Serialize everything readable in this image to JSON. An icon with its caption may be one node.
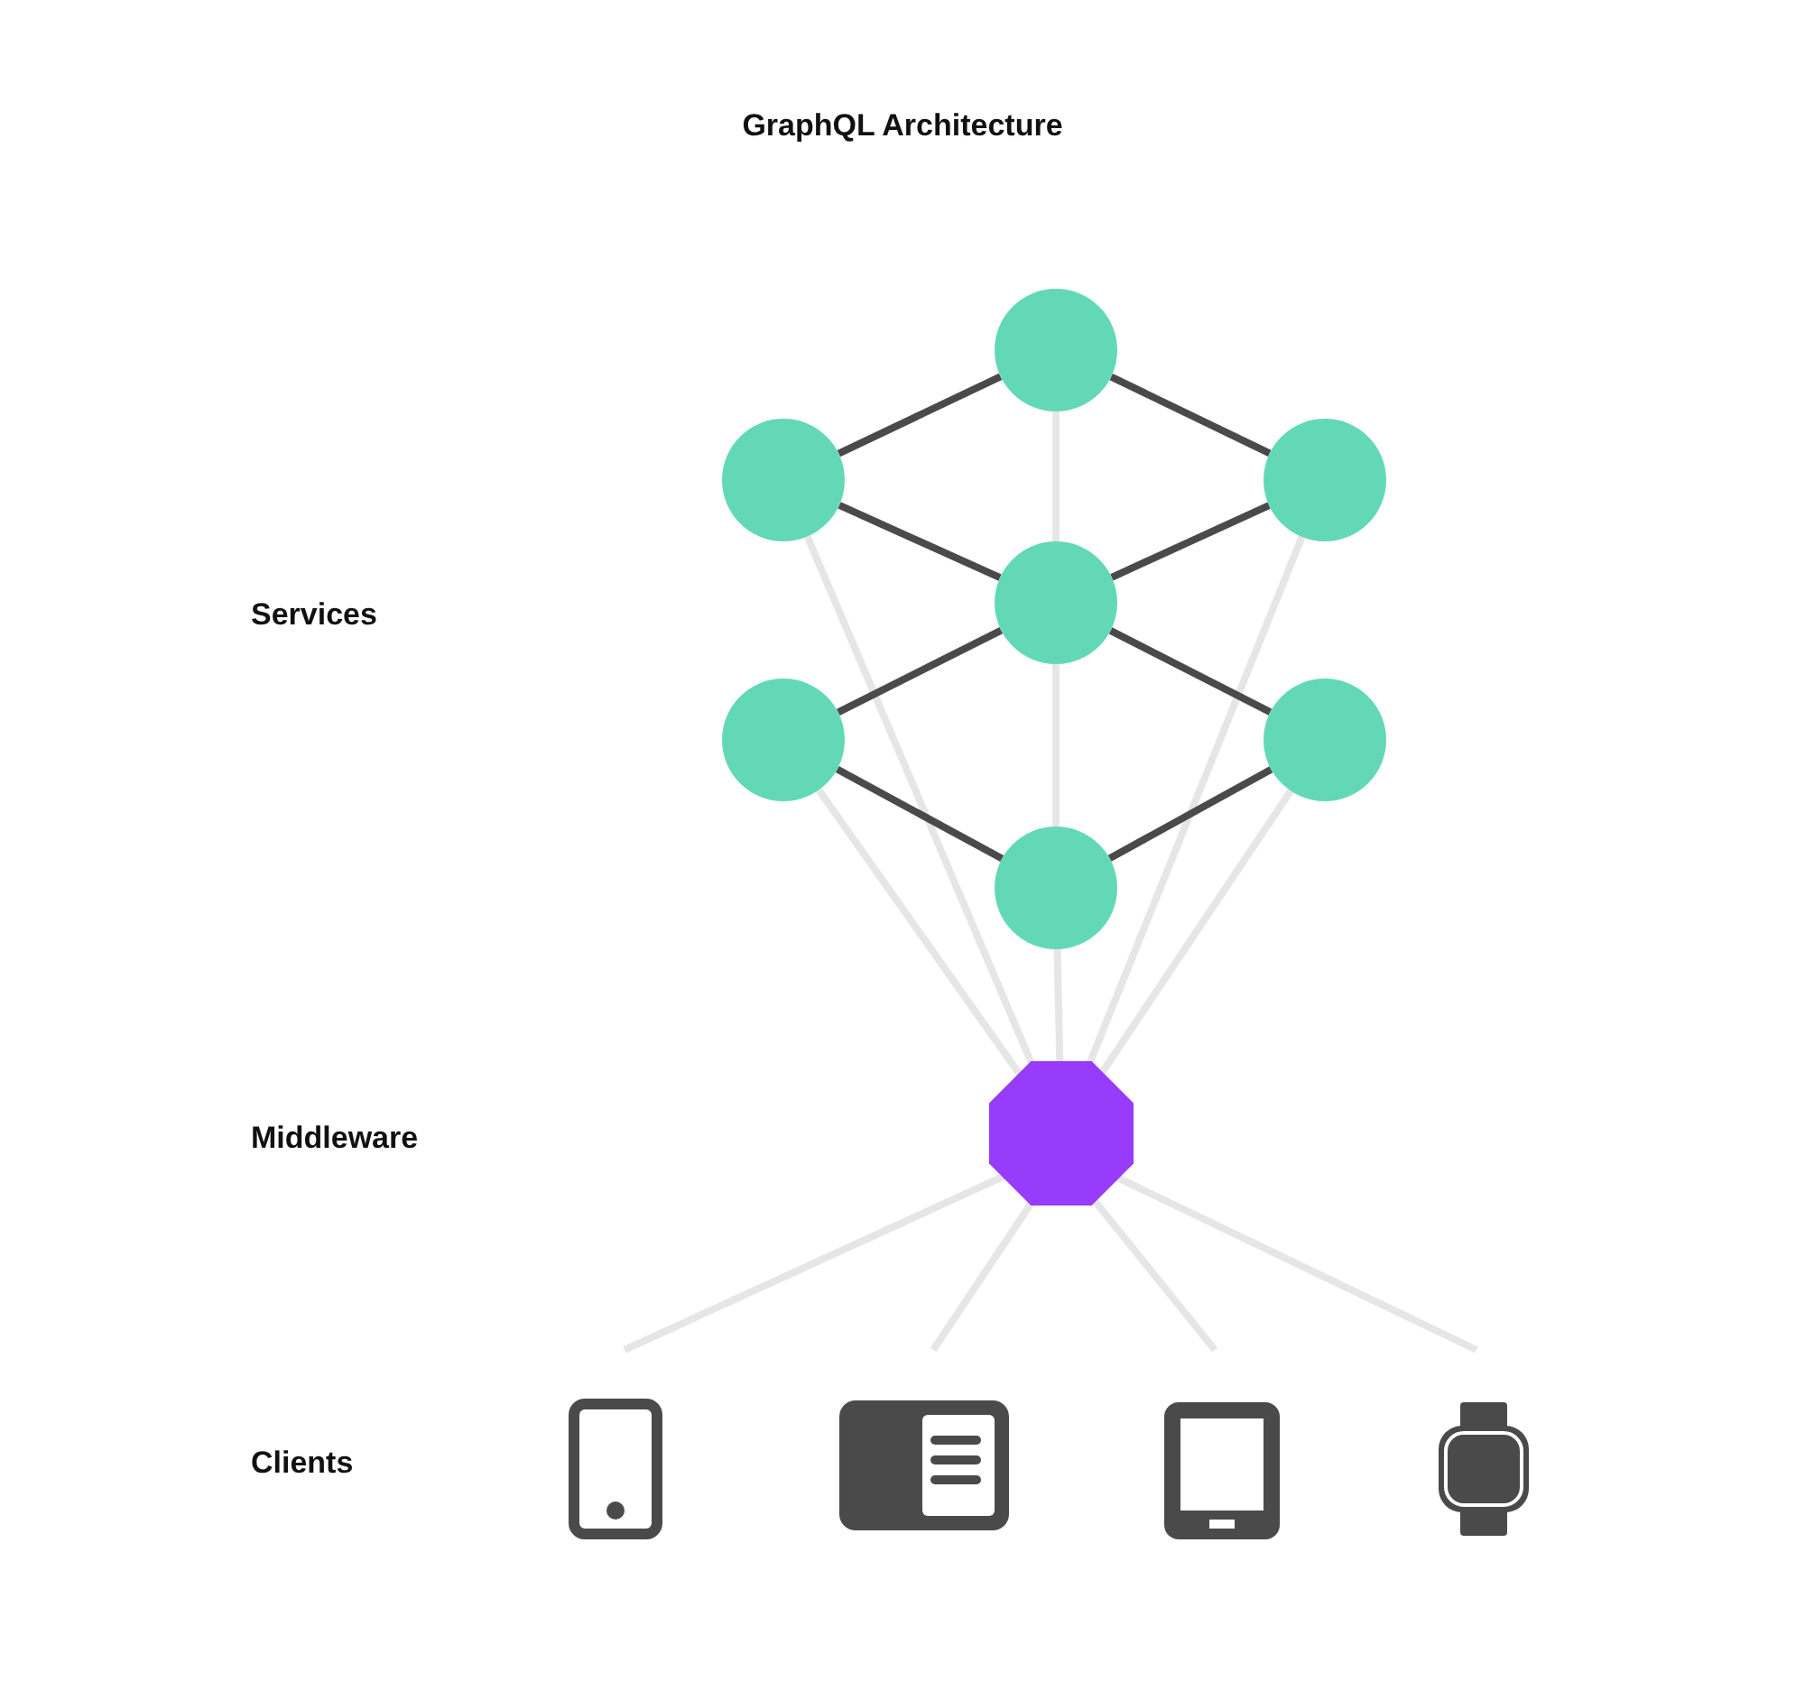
{
  "diagram": {
    "title": "GraphQL Architecture",
    "nodes": [
      {
        "text": [],
        "shape": "circle"
      },
      {
        "text": [],
        "shape": "circle"
      },
      {
        "text": [],
        "shape": "circle"
      },
      {
        "text": [],
        "shape": "circle"
      },
      {
        "text": [],
        "shape": "circle"
      },
      {
        "text": [],
        "shape": "circle"
      },
      {
        "text": [],
        "shape": "circle"
      },
      {
        "text": [],
        "shape": "octagon"
      },
      {
        "text": [],
        "shape": "picture"
      },
      {
        "text": [],
        "shape": "picture"
      },
      {
        "text": [],
        "shape": "picture"
      },
      {
        "text": [],
        "shape": "picture"
      }
    ],
    "edges": [
      {
        "from": 1,
        "to": 7,
        "arrow": "none"
      },
      {
        "from": 4,
        "to": 7,
        "arrow": "none"
      },
      {
        "from": 2,
        "to": 7,
        "arrow": "none"
      },
      {
        "from": 5,
        "to": 7,
        "arrow": "none"
      },
      {
        "from": 0,
        "to": 3,
        "arrow": "none"
      },
      {
        "from": 3,
        "to": 6,
        "arrow": "none"
      },
      {
        "from": 6,
        "to": 7,
        "arrow": "none"
      },
      {
        "from": 0,
        "to": 1,
        "arrow": "none",
        "color": "#4a4a4a"
      },
      {
        "from": 0,
        "to": 2,
        "arrow": "none",
        "color": "#4a4a4a"
      },
      {
        "from": 1,
        "to": 3,
        "arrow": "none",
        "color": "#4a4a4a"
      },
      {
        "from": 2,
        "to": 3,
        "arrow": "none",
        "color": "#4a4a4a"
      },
      {
        "from": 3,
        "to": 4,
        "arrow": "none",
        "color": "#4a4a4a"
      },
      {
        "from": 3,
        "to": 5,
        "arrow": "none",
        "color": "#4a4a4a"
      },
      {
        "from": 4,
        "to": 6,
        "arrow": "none",
        "color": "#4a4a4a"
      },
      {
        "from": 5,
        "to": 6,
        "arrow": "none",
        "color": "#4a4a4a"
      },
      {
        "from": 7,
        "to": 8,
        "arrow": "none"
      },
      {
        "from": 7,
        "to": 9,
        "arrow": "none"
      },
      {
        "from": 7,
        "to": 10,
        "arrow": "none"
      },
      {
        "from": 7,
        "to": 11,
        "arrow": "none"
      }
    ],
    "labels": [
      "Services",
      "Middleware",
      "Clients"
    ]
  }
}
